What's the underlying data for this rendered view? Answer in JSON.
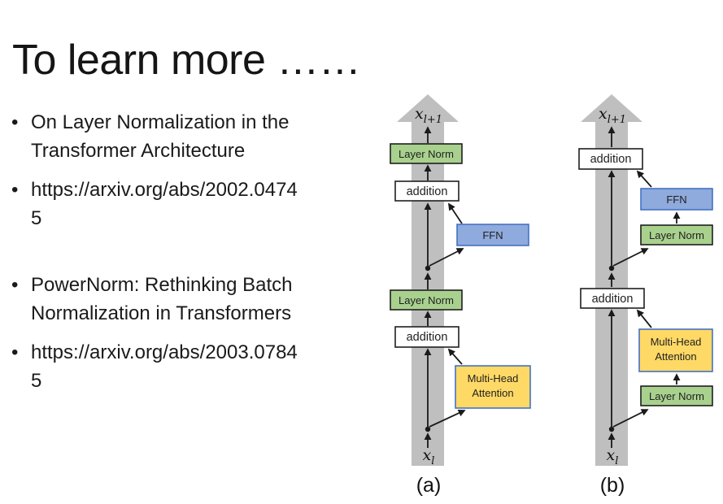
{
  "slide": {
    "title": "To learn more ……",
    "bullet_glyph": "•",
    "bullets": [
      {
        "text": "On Layer Normalization in the Transformer Architecture"
      },
      {
        "text": "https://arxiv.org/abs/2002.04745"
      },
      {
        "text": "PowerNorm: Rethinking Batch Normalization in Transformers"
      },
      {
        "text": "https://arxiv.org/abs/2003.07845"
      }
    ]
  },
  "diagram": {
    "captions": {
      "a": "(a)",
      "b": "(b)"
    },
    "labels": {
      "layer_norm": "Layer Norm",
      "addition": "addition",
      "ffn": "FFN",
      "mha_line1": "Multi-Head",
      "mha_line2": "Attention",
      "x_base": "x",
      "x_in_sub": "l",
      "x_out_sub": "l+1"
    },
    "colors": {
      "bar_gray": "#BFBFBF",
      "layer_norm_fill": "#A9D18E",
      "ffn_fill": "#8FAADC",
      "attention_fill": "#FFD966",
      "blue_border": "#4472C4",
      "dark_border": "#1F1F1F"
    }
  }
}
